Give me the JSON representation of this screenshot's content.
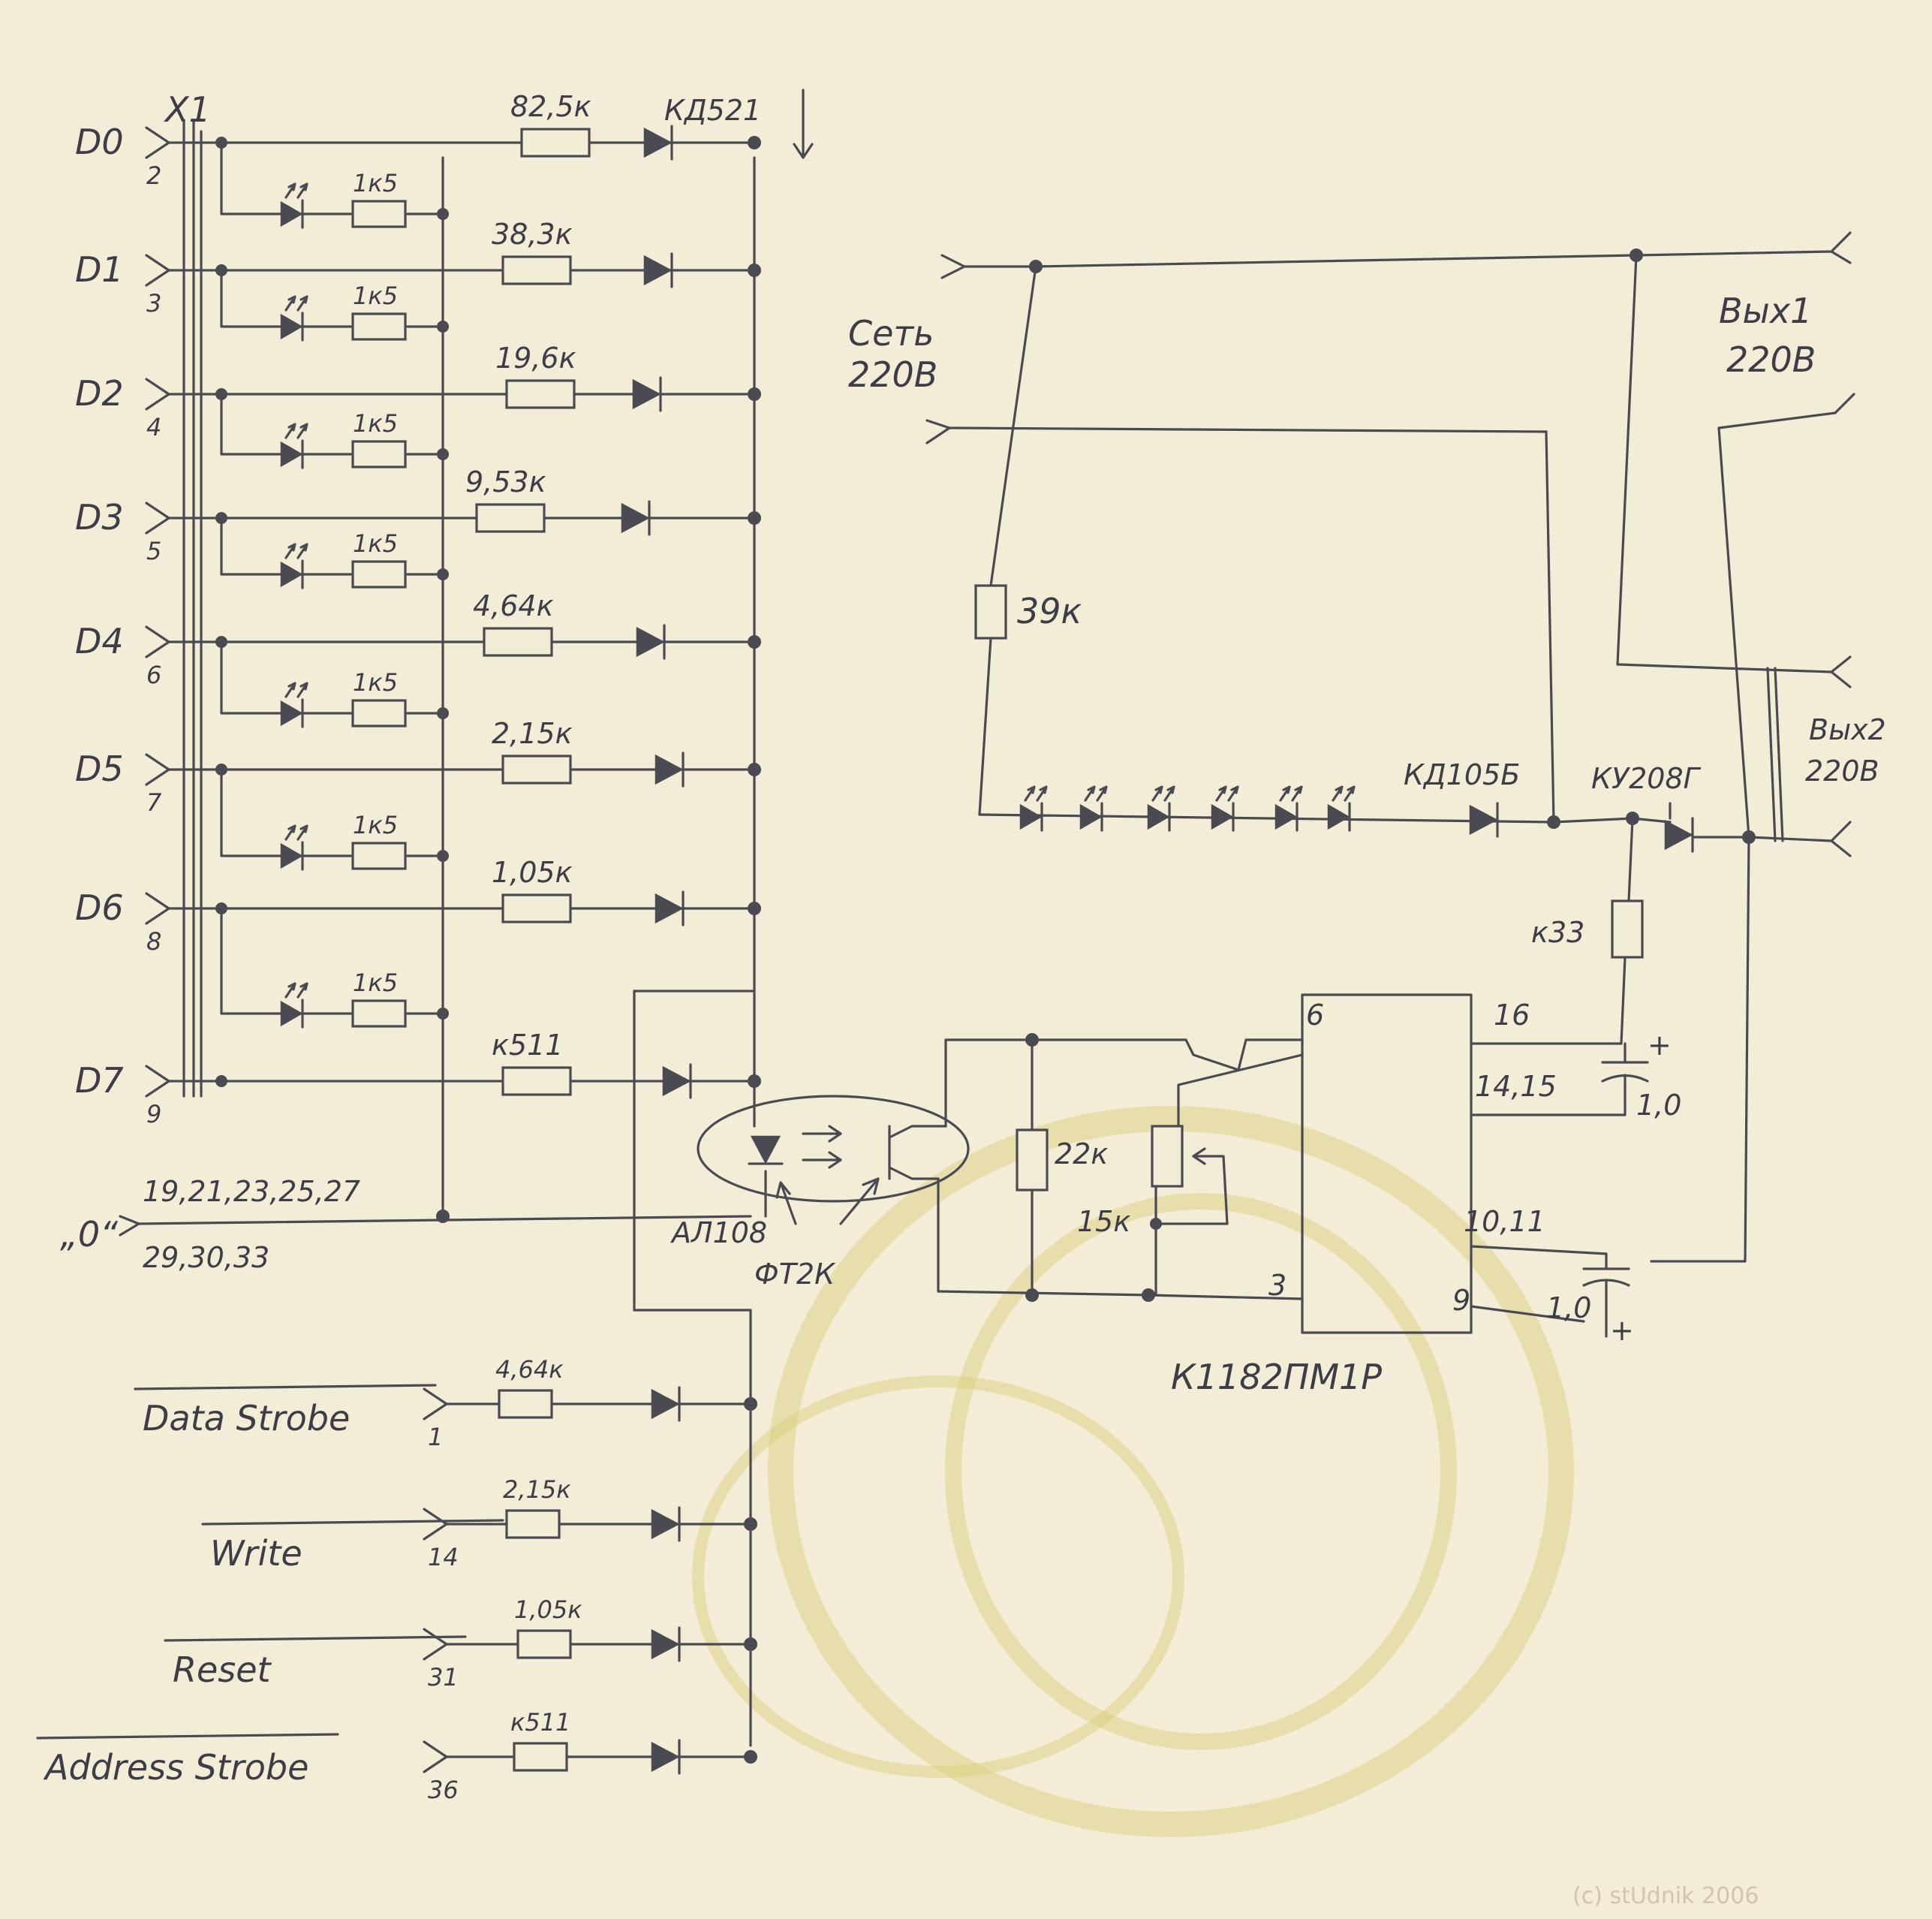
{
  "connector": "X1",
  "data_lines": [
    {
      "name": "D0",
      "pin": "2",
      "resistor": "82,5к",
      "led_resistor": "1к5"
    },
    {
      "name": "D1",
      "pin": "3",
      "resistor": "38,3к",
      "led_resistor": "1к5"
    },
    {
      "name": "D2",
      "pin": "4",
      "resistor": "19,6к",
      "led_resistor": "1к5"
    },
    {
      "name": "D3",
      "pin": "5",
      "resistor": "9,53к",
      "led_resistor": "1к5"
    },
    {
      "name": "D4",
      "pin": "6",
      "resistor": "4,64к",
      "led_resistor": "1к5"
    },
    {
      "name": "D5",
      "pin": "7",
      "resistor": "2,15к",
      "led_resistor": "1к5"
    },
    {
      "name": "D6",
      "pin": "8",
      "resistor": "1,05к",
      "led_resistor": "1к5"
    },
    {
      "name": "D7",
      "pin": "9",
      "resistor": "к511"
    }
  ],
  "diode_type": "КД521",
  "ground": {
    "label": "„0“",
    "pins_1": "19,21,23,25,27",
    "pins_2": "29,30,33"
  },
  "control_lines": [
    {
      "name": "Data Strobe",
      "pin": "1",
      "resistor": "4,64к"
    },
    {
      "name": "Write",
      "pin": "14",
      "resistor": "2,15к"
    },
    {
      "name": "Reset",
      "pin": "31",
      "resistor": "1,05к"
    },
    {
      "name": "Address Strobe",
      "pin": "36",
      "resistor": "к511"
    }
  ],
  "optocoupler": {
    "led": "АЛ108",
    "phototransistor": "ФТ2К"
  },
  "mains": {
    "label_1": "Сеть",
    "label_2": "220В"
  },
  "out1": {
    "label_1": "Вых1",
    "label_2": "220В"
  },
  "out2": {
    "label_1": "Вых2",
    "label_2": "220В"
  },
  "power": {
    "r39": "39к",
    "diode_chain": "КД105Б",
    "thyristor": "КУ208Г",
    "r33": "к33",
    "r22": "22к",
    "pot": "15к",
    "cap1": "1,0",
    "cap2": "1,0",
    "cap_plus": "+"
  },
  "ic": {
    "name": "К1182ПМ1Р",
    "pin6": "6",
    "pin16": "16",
    "pin1415": "14,15",
    "pin1011": "10,11",
    "pin3": "3",
    "pin9": "9"
  },
  "copyright": "(c) stUdnik 2006"
}
